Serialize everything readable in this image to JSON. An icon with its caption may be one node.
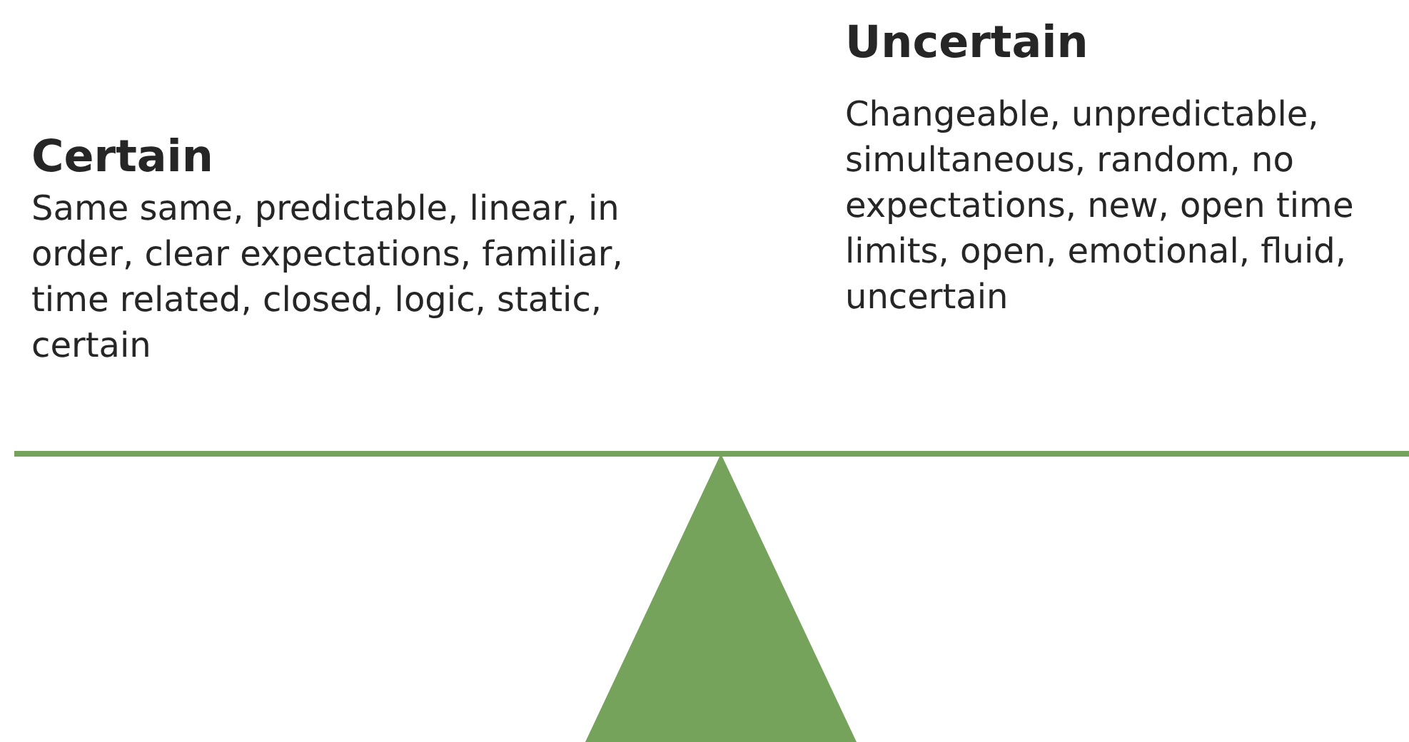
{
  "diagram": {
    "labels": [
      "Uncertain",
      "Changeable, unpredictable, simultaneous, random, no expectations, new, open time limits, open, emotional, fluid, uncertain",
      "Certain",
      "Same same, predictable, linear, in order, clear expectations, familiar, time related, closed, logic, static, certain"
    ]
  }
}
